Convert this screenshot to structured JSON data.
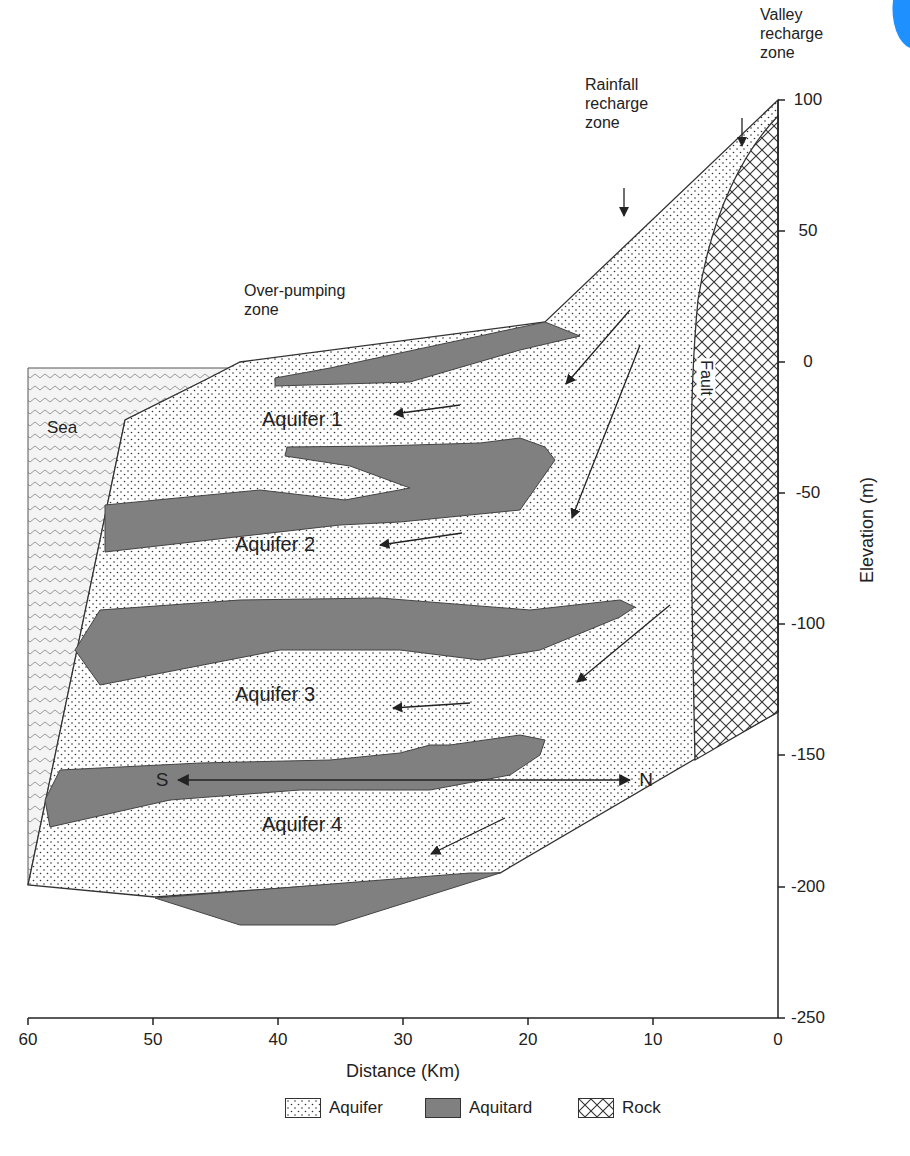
{
  "diagram": {
    "labels": [
      "Valley recharge zone",
      "Rainfall recharge zone",
      "Over-pumping zone",
      "Sea",
      "Aquifer 1",
      "Fault",
      "Aquifer 2",
      "Aquifer 3",
      "Aquifer 4",
      "100",
      "50",
      "0",
      "-50",
      "-100",
      "-150",
      "-200",
      "-250",
      "Elevation (m)",
      "S",
      "N",
      "60",
      "50",
      "40",
      "30",
      "20",
      "10",
      "0",
      "Distance (Km)"
    ],
    "legend": [
      {
        "text": "Aquifer"
      },
      {
        "text": "Aquitard",
        "color": "#808080"
      },
      {
        "text": "Rock"
      }
    ]
  }
}
